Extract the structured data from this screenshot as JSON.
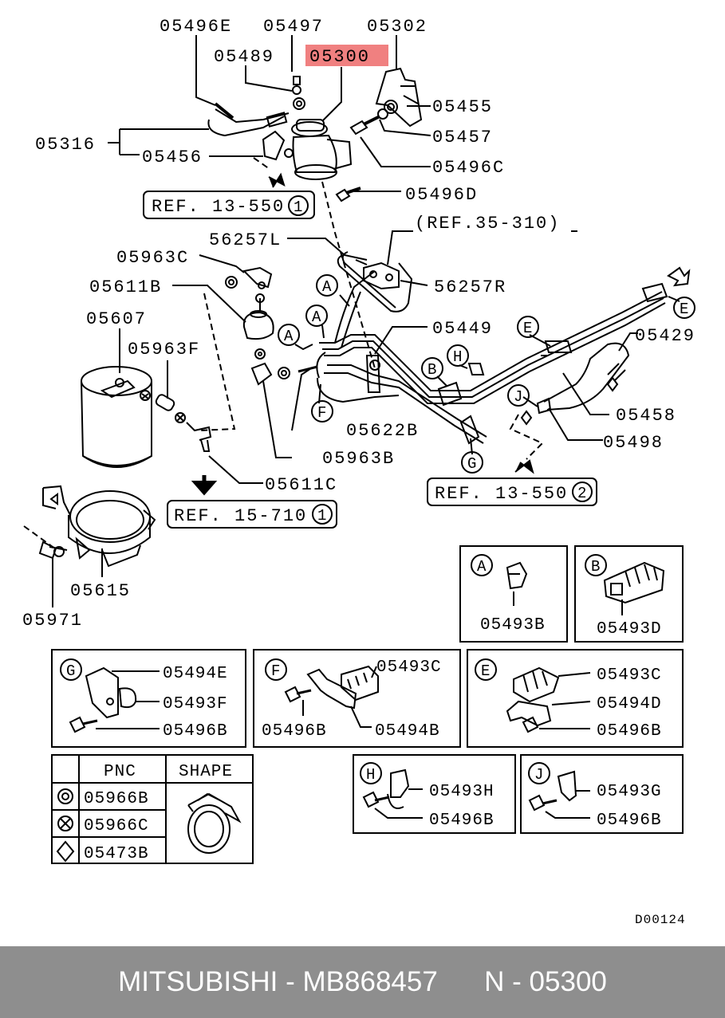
{
  "part_labels": {
    "p05496E": "05496E",
    "p05497": "05497",
    "p05302": "05302",
    "p05489": "05489",
    "p05300": "05300",
    "p05455": "05455",
    "p05316": "05316",
    "p05457": "05457",
    "p05456": "05456",
    "p05496C": "05496C",
    "p05496D": "05496D",
    "p56257L": "56257L",
    "p05963C": "05963C",
    "p56257R": "56257R",
    "p05611B": "05611B",
    "p05607": "05607",
    "p05449": "05449",
    "p05963F": "05963F",
    "p05429": "05429",
    "p05622B": "05622B",
    "p05458": "05458",
    "p05963B": "05963B",
    "p05498": "05498",
    "p05611C": "05611C",
    "p05615": "05615",
    "p05971": "05971"
  },
  "refs": {
    "ref1_text": "REF. 13-550",
    "ref1_num": "1",
    "ref2_text": "(REF.35-310)",
    "ref3_text": "REF. 13-550",
    "ref3_num": "2",
    "ref4_text": "REF. 15-710",
    "ref4_num": "1"
  },
  "callout_letters": [
    "A",
    "A",
    "A",
    "B",
    "E",
    "E",
    "F",
    "G",
    "H",
    "J"
  ],
  "detail_boxes": {
    "A": {
      "letter": "A",
      "parts": [
        "05493B"
      ]
    },
    "B": {
      "letter": "B",
      "parts": [
        "05493D"
      ]
    },
    "G": {
      "letter": "G",
      "parts": [
        "05494E",
        "05493F",
        "05496B"
      ]
    },
    "F": {
      "letter": "F",
      "parts": [
        "05493C",
        "05496B",
        "05494B"
      ]
    },
    "E": {
      "letter": "E",
      "parts": [
        "05493C",
        "05494D",
        "05496B"
      ]
    },
    "H": {
      "letter": "H",
      "parts": [
        "05493H",
        "05496B"
      ]
    },
    "J": {
      "letter": "J",
      "parts": [
        "05493G",
        "05496B"
      ]
    }
  },
  "pnc_table": {
    "headers": [
      "PNC",
      "SHAPE"
    ],
    "rows": [
      {
        "symbol": "double-circle-icon",
        "pnc": "05966B"
      },
      {
        "symbol": "circle-x-icon",
        "pnc": "05966C"
      },
      {
        "symbol": "diamond-icon",
        "pnc": "05473B"
      }
    ]
  },
  "diagram_code": "D00124",
  "highlight_color": "#f08080",
  "footer": {
    "brand": "MITSUBISHI",
    "part_number": "MB868457",
    "pnc": "N - 05300",
    "separator": " - "
  }
}
